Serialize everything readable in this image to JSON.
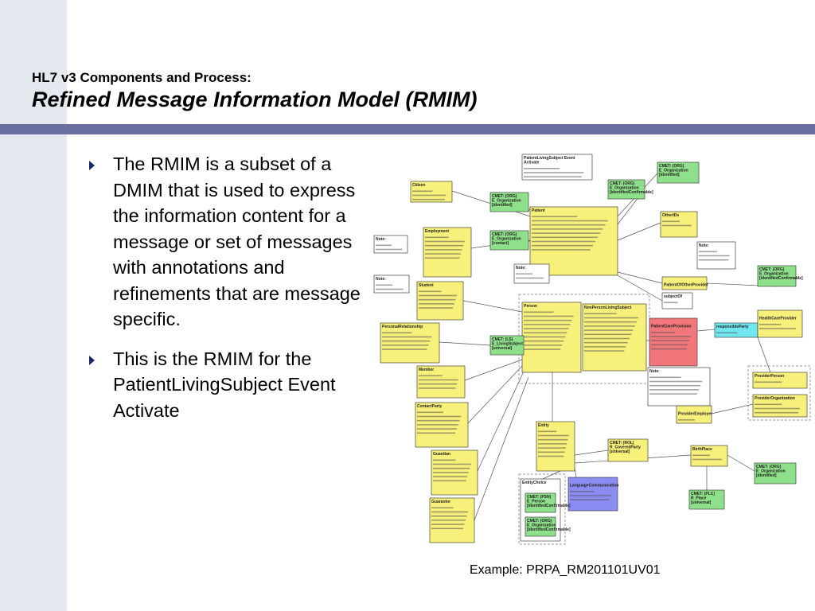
{
  "slide": {
    "title_small": "HL7 v3 Components and Process:",
    "title_main": "Refined Message Information Model (RMIM)",
    "bullets": [
      "The RMIM is a subset of a DMIM that is used to express the information content for a message or set of messages with annotations and refinements that are message specific.",
      "This is the RMIM for the PatientLivingSubject Event Activate"
    ],
    "caption": "Example: PRPA_RM201101UV01"
  },
  "diagram": {
    "colors": {
      "yellow": "#f7f07a",
      "green": "#8fe08a",
      "red": "#f2767a",
      "cyan": "#6fe6f0",
      "blue": "#8a8cf2",
      "white": "#ffffff",
      "line": "#555555"
    },
    "boxes": [
      {
        "id": "event",
        "title": "PatientLivingSubject Event Activate",
        "color": "white"
      },
      {
        "id": "citizen",
        "title": "Citizen",
        "color": "yellow"
      },
      {
        "id": "patient",
        "title": "Patient",
        "color": "yellow"
      },
      {
        "id": "cmet-org1",
        "title": "CMET: (ORG) E_Organization [identified]",
        "color": "green"
      },
      {
        "id": "cmet-org2",
        "title": "CMET: (ORG) E_Organization [contact]",
        "color": "green"
      },
      {
        "id": "cmet-org3",
        "title": "CMET: (ORG) E_Organization [identifiedConfirmable]",
        "color": "green"
      },
      {
        "id": "cmet-org4",
        "title": "CMET: (ORG) E_Organization [identified]",
        "color": "green"
      },
      {
        "id": "employment",
        "title": "Employment",
        "color": "yellow"
      },
      {
        "id": "otherids",
        "title": "OtherIDs",
        "color": "yellow"
      },
      {
        "id": "student",
        "title": "Student",
        "color": "yellow"
      },
      {
        "id": "person",
        "title": "Person",
        "color": "yellow"
      },
      {
        "id": "nonperson",
        "title": "NonPersonLivingSubject",
        "color": "yellow"
      },
      {
        "id": "patientofother",
        "title": "PatientOfOtherProvider",
        "color": "yellow"
      },
      {
        "id": "subjectof",
        "title": "subjectOf",
        "color": "white"
      },
      {
        "id": "personalrel",
        "title": "PersonalRelationship",
        "color": "yellow"
      },
      {
        "id": "cmet-lsubj",
        "title": "CMET: (LS) E_LivingSubject [universal]",
        "color": "green"
      },
      {
        "id": "careprov",
        "title": "PatientCareProvision",
        "color": "red"
      },
      {
        "id": "respparty",
        "title": "responsibleParty",
        "color": "cyan"
      },
      {
        "id": "hcprovider",
        "title": "HealthCareProvider",
        "color": "yellow"
      },
      {
        "id": "member",
        "title": "Member",
        "color": "yellow"
      },
      {
        "id": "contactparty",
        "title": "ContactParty",
        "color": "yellow"
      },
      {
        "id": "guardian",
        "title": "Guardian",
        "color": "yellow"
      },
      {
        "id": "guarantor",
        "title": "Guarantor",
        "color": "yellow"
      },
      {
        "id": "entity",
        "title": "Entity",
        "color": "yellow"
      },
      {
        "id": "cmet-covered",
        "title": "CMET: (ROL) R_CoveredParty [universal]",
        "color": "yellow"
      },
      {
        "id": "provperson",
        "title": "ProviderPerson",
        "color": "yellow"
      },
      {
        "id": "provorg",
        "title": "ProviderOrganization",
        "color": "yellow"
      },
      {
        "id": "provemployer",
        "title": "ProviderEmployer",
        "color": "yellow"
      },
      {
        "id": "birthplace",
        "title": "BirthPlace",
        "color": "yellow"
      },
      {
        "id": "cmet-place",
        "title": "CMET: (PLC) R_Place [universal]",
        "color": "green"
      },
      {
        "id": "langcomm",
        "title": "LanguageCommunication",
        "color": "blue"
      },
      {
        "id": "entitychoice",
        "title": "EntityChoice",
        "color": "white"
      },
      {
        "id": "cmet-person",
        "title": "CMET: (PSN) E_Person [identifiedConfirmable]",
        "color": "green"
      },
      {
        "id": "cmet-org5",
        "title": "CMET: (ORG) E_Organization [identifiedConfirmable]",
        "color": "green"
      },
      {
        "id": "cmet-org6",
        "title": "CMET: (ORG) E_Organization [identified]",
        "color": "green"
      },
      {
        "id": "note1",
        "title": "Note:",
        "color": "white"
      },
      {
        "id": "note2",
        "title": "Note:",
        "color": "white"
      },
      {
        "id": "note3",
        "title": "Note:",
        "color": "white"
      },
      {
        "id": "note4",
        "title": "Note:",
        "color": "white"
      },
      {
        "id": "note5",
        "title": "Note:",
        "color": "white"
      }
    ]
  }
}
